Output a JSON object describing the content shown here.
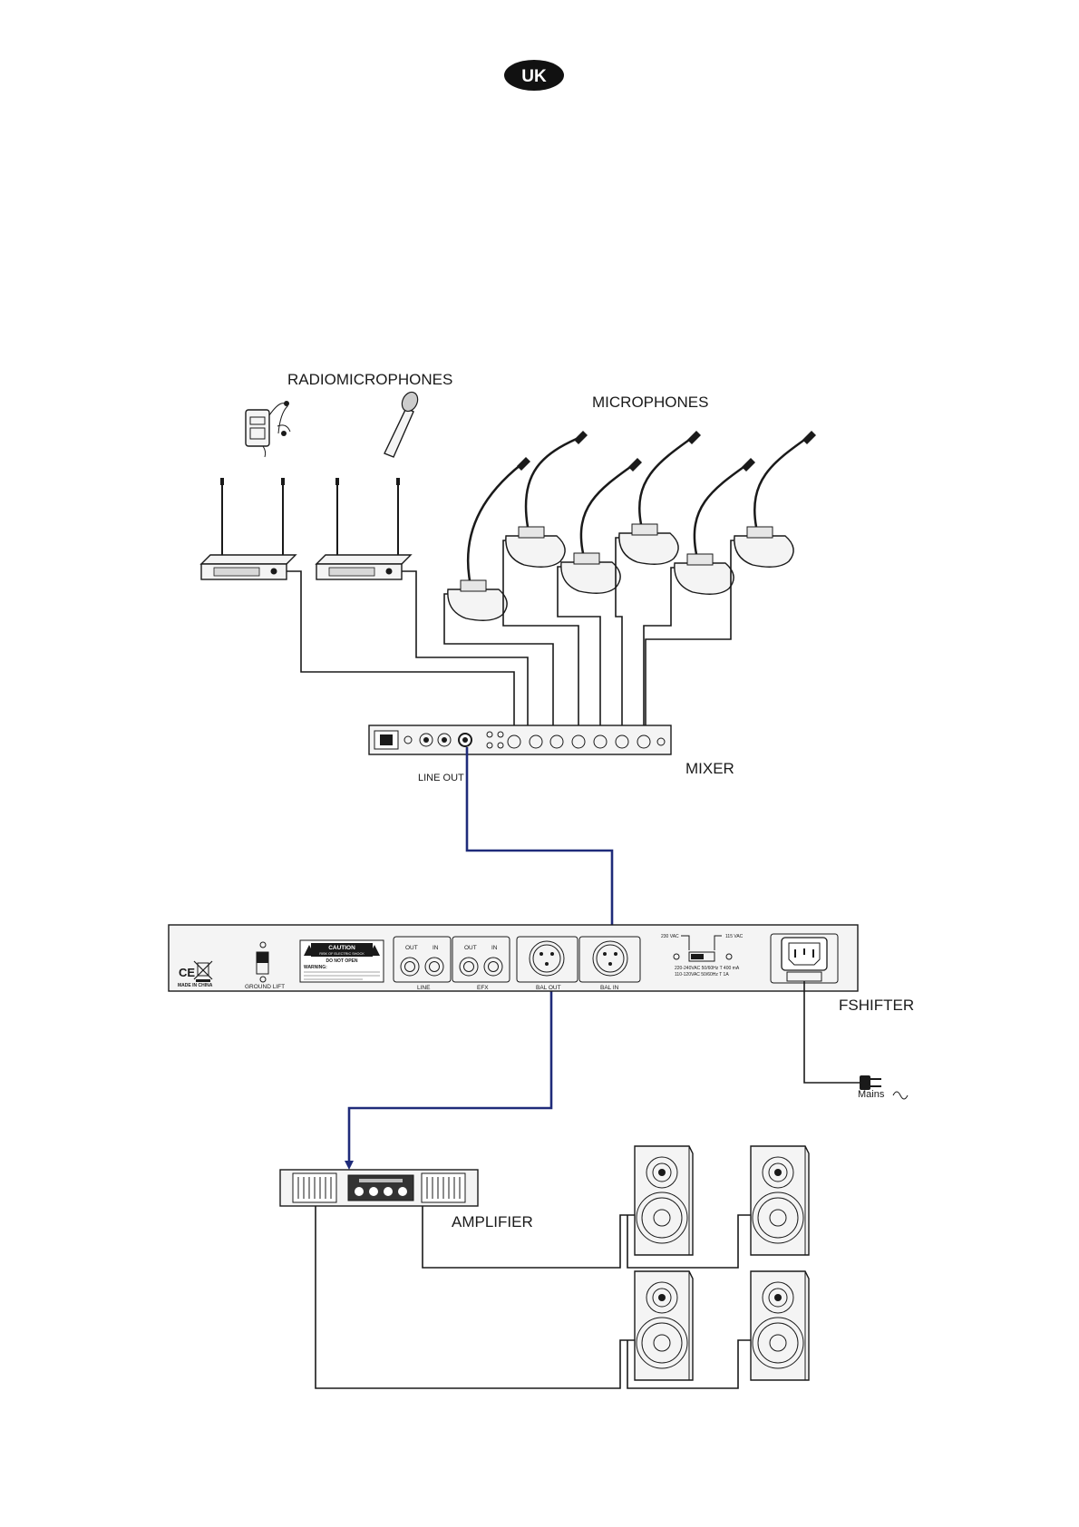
{
  "header": {
    "badge": "UK"
  },
  "diagram": {
    "labels": {
      "radiomicrophones": "RADIOMICROPHONES",
      "microphones": "MICROPHONES",
      "mixer": "MIXER",
      "line_out": "LINE OUT",
      "fshifter": "FSHIFTER",
      "mains": "Mains",
      "amplifier": "AMPLIFIER"
    },
    "fshifter_panel": {
      "caution": "CAUTION",
      "caution_sub": "RISK OF ELECTRIC SHOCK",
      "do_not_open": "DO NOT OPEN",
      "warning": "WARNING:",
      "made_in": "MADE IN CHINA",
      "ce": "CE",
      "ground_lift": "GROUND LIFT",
      "out": "OUT",
      "in": "IN",
      "line": "LINE",
      "efx": "EFX",
      "bal_out": "BAL OUT",
      "bal_in": "BAL IN",
      "v230": "230 VAC",
      "v115": "115 VAC",
      "rating1": "220-240VAC 50/60Hz T 400 mA",
      "rating2": "110-120VAC 50/60Hz T 1A"
    }
  }
}
